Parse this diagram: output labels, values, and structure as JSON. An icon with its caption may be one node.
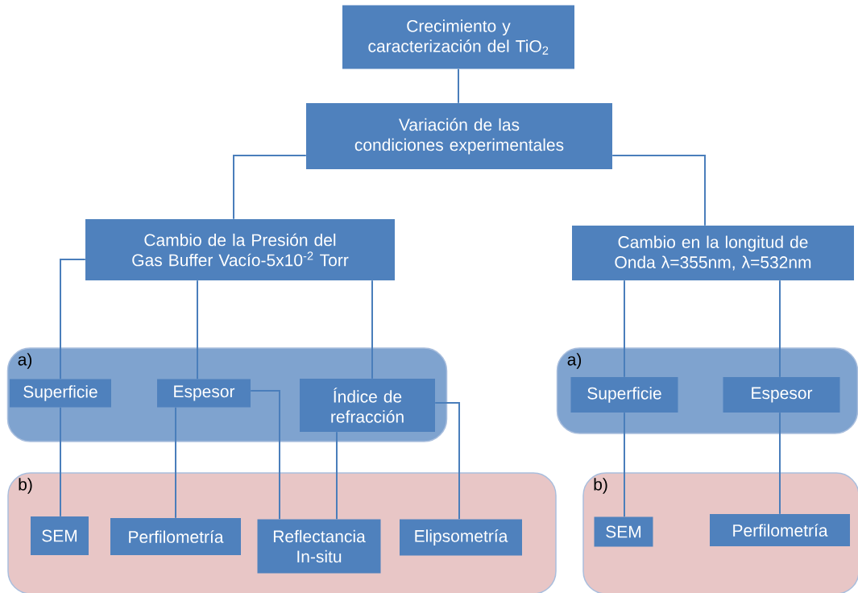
{
  "diagram": {
    "nodes": [
      {
        "text": [
          "Crecimiento y caracterización del TiO$_{2}$"
        ]
      },
      {
        "text": [
          "Variación de las condiciones experimentales"
        ]
      },
      {
        "text": [
          "Cambio de la Presión del Gas Buffer Vacío-5x10$^{-2}$ Torr"
        ]
      },
      {
        "text": [
          "Cambio en la longitud de Onda λ=355nm, λ=532nm"
        ]
      },
      {
        "text": [
          "a)"
        ]
      },
      {
        "text": [
          "Superficie"
        ],
        "in": 4
      },
      {
        "text": [
          "Espesor"
        ],
        "in": 4
      },
      {
        "text": [
          "Índice de refracción"
        ],
        "in": 4
      },
      {
        "text": [
          "a)"
        ]
      },
      {
        "text": [
          "Superficie"
        ],
        "in": 8
      },
      {
        "text": [
          "Espesor"
        ],
        "in": 8
      },
      {
        "text": [
          "b)"
        ]
      },
      {
        "text": [
          "SEM"
        ],
        "in": 11
      },
      {
        "text": [
          "Perfilometría"
        ],
        "in": 11
      },
      {
        "text": [
          "Reflectancia In-situ"
        ],
        "in": 11
      },
      {
        "text": [
          "Elipsometría"
        ],
        "in": 11
      },
      {
        "text": [
          "b)"
        ]
      },
      {
        "text": [
          "SEM"
        ],
        "in": 16
      },
      {
        "text": [
          "Perfilometría"
        ],
        "in": 16
      }
    ],
    "edges": [
      {
        "from": 0,
        "to": 1,
        "arrow": "none"
      },
      {
        "from": 1,
        "to": 2,
        "arrow": "none"
      },
      {
        "from": 1,
        "to": 3,
        "arrow": "none"
      },
      {
        "from": 2,
        "to": 5,
        "arrow": "none"
      },
      {
        "from": 2,
        "to": 6,
        "arrow": "none"
      },
      {
        "from": 2,
        "to": 7,
        "arrow": "none"
      },
      {
        "from": 5,
        "to": 12,
        "arrow": "none"
      },
      {
        "from": 6,
        "to": 13,
        "arrow": "none"
      },
      {
        "from": 6,
        "to": 14,
        "arrow": "none"
      },
      {
        "from": 7,
        "to": 14,
        "arrow": "none"
      },
      {
        "from": 7,
        "to": 15,
        "arrow": "none"
      },
      {
        "from": 3,
        "to": 9,
        "arrow": "none"
      },
      {
        "from": 3,
        "to": 10,
        "arrow": "none"
      },
      {
        "from": 9,
        "to": 17,
        "arrow": "none"
      },
      {
        "from": 10,
        "to": 18,
        "arrow": "none"
      }
    ]
  }
}
